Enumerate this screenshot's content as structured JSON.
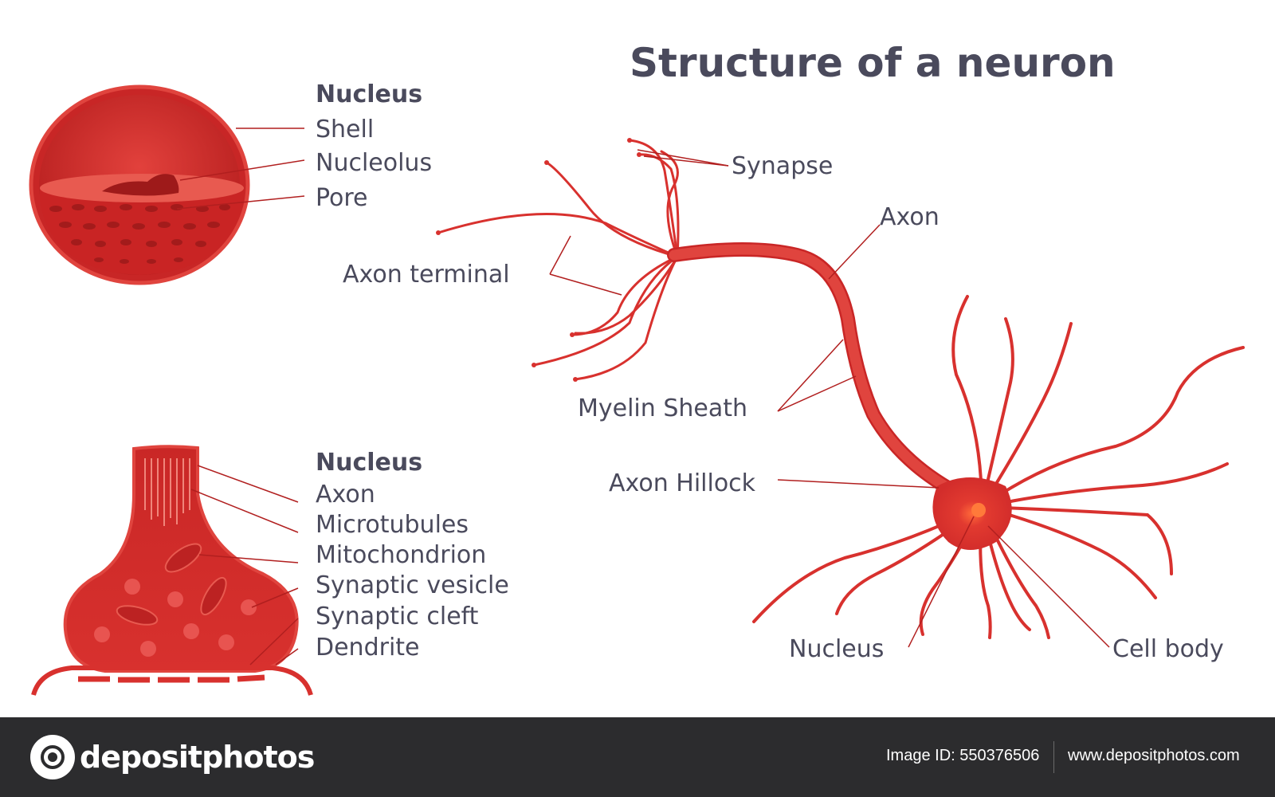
{
  "title": "Structure of a neuron",
  "nucleus_panel": {
    "header": "Nucleus",
    "labels": [
      "Shell",
      "Nucleolus",
      "Pore"
    ]
  },
  "synapse_panel": {
    "header": "Nucleus",
    "labels": [
      "Axon",
      "Microtubules",
      "Mitochondrion",
      "Synaptic vesicle",
      "Synaptic cleft",
      "Dendrite"
    ]
  },
  "neuron_labels": {
    "synapse": "Synapse",
    "axon": "Axon",
    "axon_terminal": "Axon terminal",
    "myelin_sheath": "Myelin Sheath",
    "axon_hillock": "Axon Hillock",
    "nucleus": "Nucleus",
    "cell_body": "Cell body"
  },
  "footer": {
    "brand": "depositphotos",
    "image_id": "Image ID: 550376506",
    "site": "www.depositphotos.com"
  },
  "colors": {
    "red": "#d8312e",
    "dark_red": "#a51c1c",
    "text": "#4a4a5c",
    "footer_bg": "#2c2c2e"
  }
}
